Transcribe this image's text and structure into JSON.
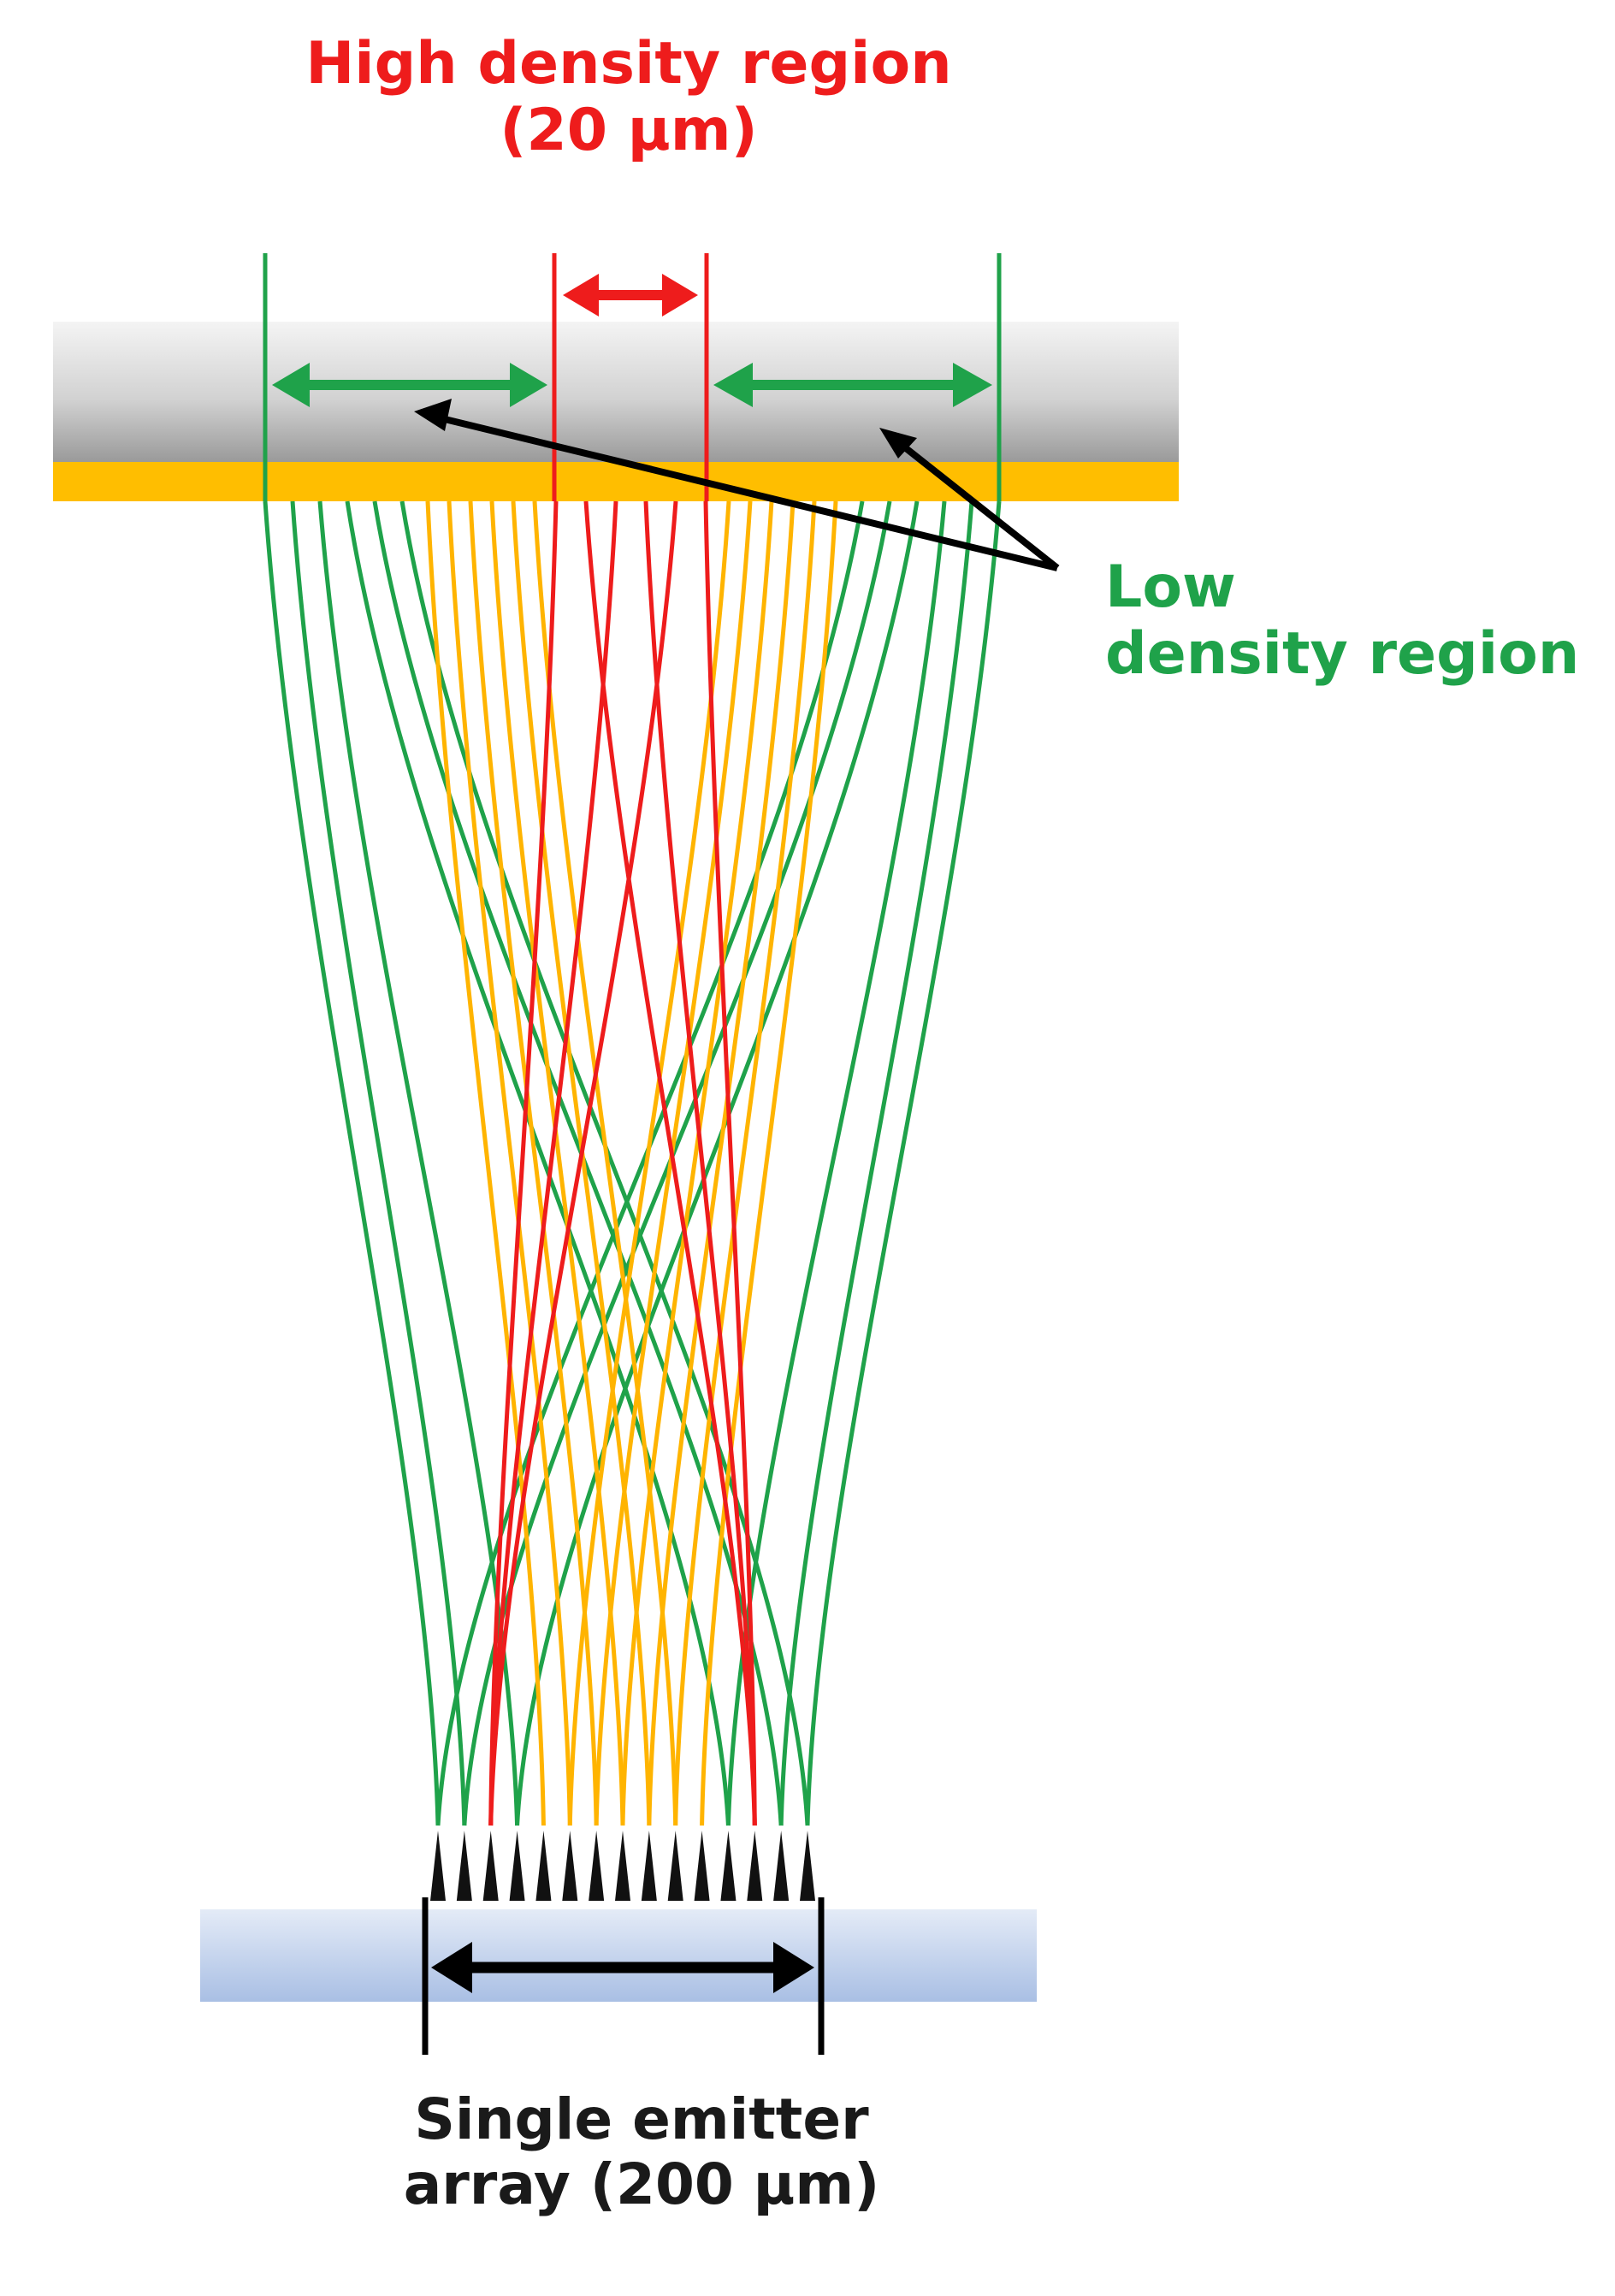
{
  "labels": {
    "high_density": [
      "High  density region",
      "(20 µm)"
    ],
    "low_density": [
      "Low",
      "density region"
    ],
    "emitter_array": [
      "Single emitter",
      "array (200 µm)"
    ]
  },
  "colors": {
    "high_density": "#ee1c1c",
    "low_density": "#1fa24a",
    "middle_beams": "#ffb400",
    "target_gray": "#c8c8c8",
    "target_gold": "#ffbe00",
    "substrate_blue": "#b0c4e6",
    "emitter_tips": "#111111"
  },
  "beams": {
    "emitter_count": 15,
    "colors_by_emitter": [
      "green",
      "green",
      "red",
      "green",
      "yellow",
      "yellow",
      "yellow",
      "yellow",
      "yellow",
      "yellow",
      "yellow",
      "green",
      "red",
      "green",
      "green"
    ],
    "landing_colors": [
      "green",
      "green",
      "green",
      "green",
      "green",
      "green",
      "yellow",
      "yellow",
      "yellow",
      "yellow",
      "yellow",
      "yellow",
      "red",
      "red",
      "red",
      "red",
      "red",
      "red",
      "yellow",
      "yellow",
      "yellow",
      "yellow",
      "yellow",
      "yellow",
      "green",
      "green",
      "green",
      "green",
      "green",
      "green"
    ]
  }
}
